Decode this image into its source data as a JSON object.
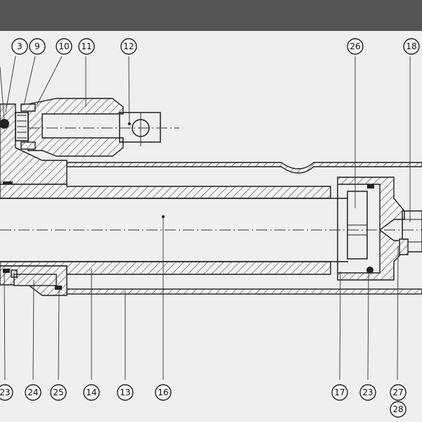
{
  "diagram": {
    "header_color": "#545454",
    "background_color": "#efefef",
    "line_color": "#1f1f1f",
    "callouts_top": [
      "3",
      "9",
      "10",
      "11",
      "12",
      "26",
      "18"
    ],
    "callouts_bottom": [
      "23",
      "24",
      "25",
      "14",
      "13",
      "16",
      "17",
      "23",
      "27",
      "28"
    ]
  }
}
